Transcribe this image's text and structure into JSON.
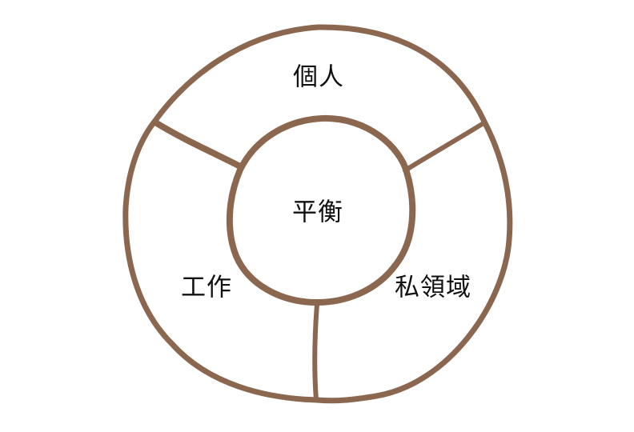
{
  "diagram": {
    "type": "ring-diagram",
    "stroke_color": "#8B6750",
    "background": "#ffffff",
    "center": {
      "label": "平衡"
    },
    "segments": [
      {
        "position": "top",
        "label": "個人"
      },
      {
        "position": "bottom-left",
        "label": "工作"
      },
      {
        "position": "bottom-right",
        "label": "私領域"
      }
    ]
  }
}
